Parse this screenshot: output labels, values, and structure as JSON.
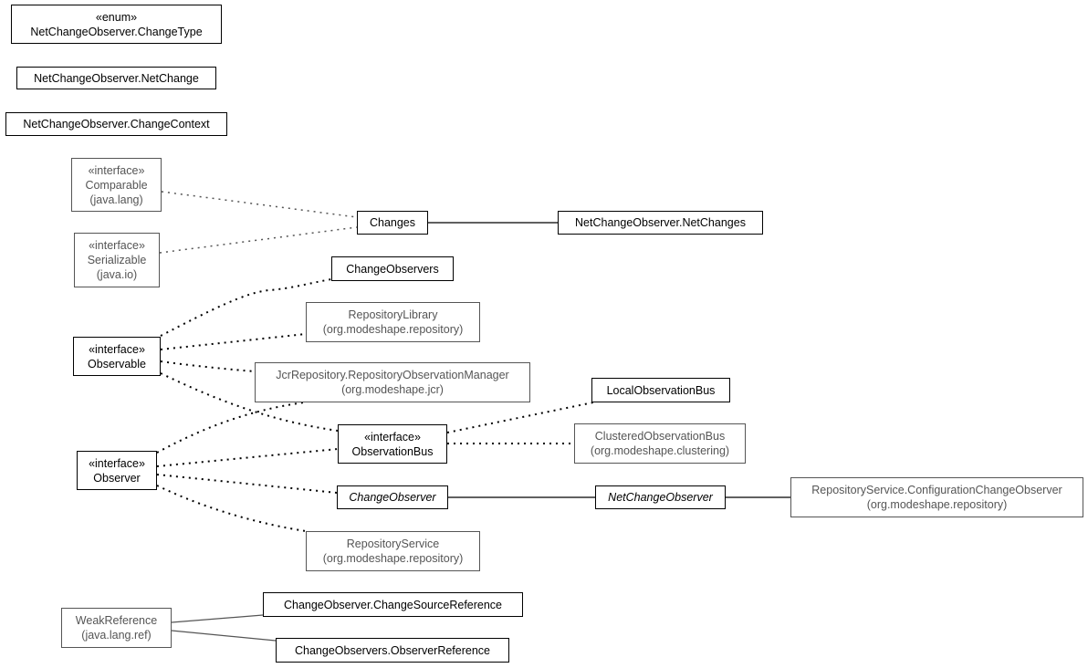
{
  "nodes": {
    "change_type": {
      "stereotype": "«enum»",
      "name": "NetChangeObserver.ChangeType"
    },
    "net_change": {
      "name": "NetChangeObserver.NetChange"
    },
    "change_context": {
      "name": "NetChangeObserver.ChangeContext"
    },
    "comparable": {
      "stereotype": "«interface»",
      "name": "Comparable",
      "package": "(java.lang)"
    },
    "serializable": {
      "stereotype": "«interface»",
      "name": "Serializable",
      "package": "(java.io)"
    },
    "changes": {
      "name": "Changes"
    },
    "net_changes": {
      "name": "NetChangeObserver.NetChanges"
    },
    "change_observers": {
      "name": "ChangeObservers"
    },
    "repository_library": {
      "name": "RepositoryLibrary",
      "package": "(org.modeshape.repository)"
    },
    "observable": {
      "stereotype": "«interface»",
      "name": "Observable"
    },
    "jcr_obs_manager": {
      "name": "JcrRepository.RepositoryObservationManager",
      "package": "(org.modeshape.jcr)"
    },
    "local_obs_bus": {
      "name": "LocalObservationBus"
    },
    "observation_bus": {
      "stereotype": "«interface»",
      "name": "ObservationBus"
    },
    "clustered_obs_bus": {
      "name": "ClusteredObservationBus",
      "package": "(org.modeshape.clustering)"
    },
    "observer": {
      "stereotype": "«interface»",
      "name": "Observer"
    },
    "change_observer": {
      "name": "ChangeObserver"
    },
    "net_change_observer": {
      "name": "NetChangeObserver"
    },
    "config_change_observer": {
      "name": "RepositoryService.ConfigurationChangeObserver",
      "package": "(org.modeshape.repository)"
    },
    "repository_service": {
      "name": "RepositoryService",
      "package": "(org.modeshape.repository)"
    },
    "weak_reference": {
      "name": "WeakReference",
      "package": "(java.lang.ref)"
    },
    "change_source_ref": {
      "name": "ChangeObserver.ChangeSourceReference"
    },
    "observer_reference": {
      "name": "ChangeObservers.ObserverReference"
    }
  },
  "colors": {
    "internal_border": "#000000",
    "external_border": "#555555",
    "external_text": "#555555",
    "edge_dark": "#000000",
    "edge_grey": "#555555"
  }
}
